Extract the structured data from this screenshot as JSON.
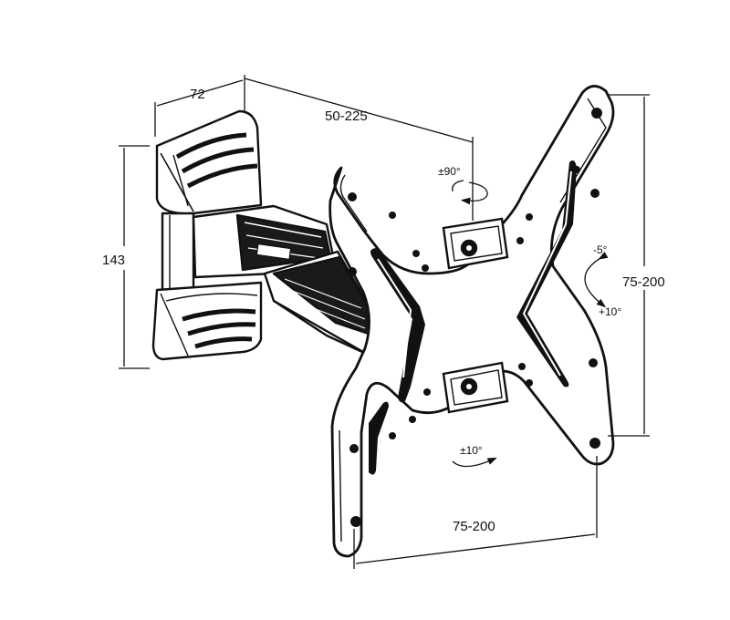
{
  "dimensions": {
    "wall_width": "72",
    "arm_extension": "50-225",
    "wall_height": "143",
    "vesa_vertical": "75-200",
    "vesa_horizontal": "75-200"
  },
  "rotations": {
    "swivel": "±90°",
    "tilt_down": "-5°",
    "tilt_up": "+10°",
    "rotate": "±10°"
  },
  "colors": {
    "ink": "#111111",
    "paper": "#ffffff",
    "shadow": "#2a2a2a"
  }
}
